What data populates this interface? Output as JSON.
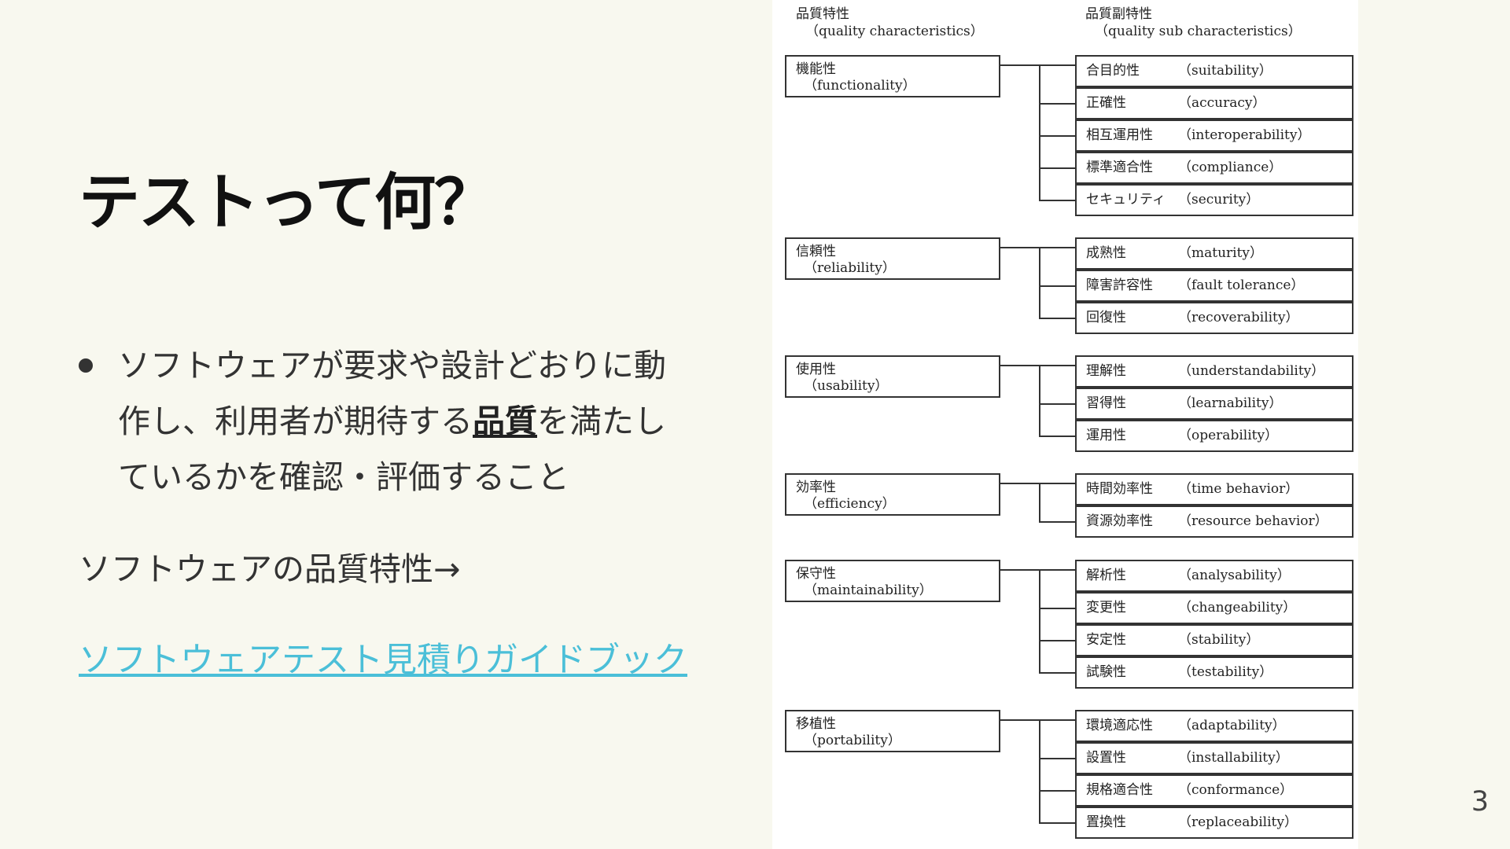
{
  "slide": {
    "title": "テストって何？",
    "bullet": {
      "before": "ソフトウェアが要求や設計どおりに動作し、利用者が期待する",
      "emphasis": "品質",
      "after": "を満たしているかを確認・評価すること"
    },
    "subline": "ソフトウェアの品質特性→",
    "link": "ソフトウェアテスト見積りガイドブック",
    "page_number": "3"
  },
  "figure": {
    "header_left": {
      "jp": "品質特性",
      "en": "（quality characteristics）"
    },
    "header_right": {
      "jp": "品質副特性",
      "en": "（quality sub characteristics）"
    },
    "groups": [
      {
        "jp": "機能性",
        "en": "（functionality）",
        "subs": [
          {
            "jp": "合目的性",
            "en": "（suitability）"
          },
          {
            "jp": "正確性",
            "en": "（accuracy）"
          },
          {
            "jp": "相互運用性",
            "en": "（interoperability）"
          },
          {
            "jp": "標準適合性",
            "en": "（compliance）"
          },
          {
            "jp": "セキュリティ",
            "en": "（security）"
          }
        ]
      },
      {
        "jp": "信頼性",
        "en": "（reliability）",
        "subs": [
          {
            "jp": "成熟性",
            "en": "（maturity）"
          },
          {
            "jp": "障害許容性",
            "en": "（fault tolerance）"
          },
          {
            "jp": "回復性",
            "en": "（recoverability）"
          }
        ]
      },
      {
        "jp": "使用性",
        "en": "（usability）",
        "subs": [
          {
            "jp": "理解性",
            "en": "（understandability）"
          },
          {
            "jp": "習得性",
            "en": "（learnability）"
          },
          {
            "jp": "運用性",
            "en": "（operability）"
          }
        ]
      },
      {
        "jp": "効率性",
        "en": "（efficiency）",
        "subs": [
          {
            "jp": "時間効率性",
            "en": "（time behavior）"
          },
          {
            "jp": "資源効率性",
            "en": "（resource behavior）"
          }
        ]
      },
      {
        "jp": "保守性",
        "en": "（maintainability）",
        "subs": [
          {
            "jp": "解析性",
            "en": "（analysability）"
          },
          {
            "jp": "変更性",
            "en": "（changeability）"
          },
          {
            "jp": "安定性",
            "en": "（stability）"
          },
          {
            "jp": "試験性",
            "en": "（testability）"
          }
        ]
      },
      {
        "jp": "移植性",
        "en": "（portability）",
        "subs": [
          {
            "jp": "環境適応性",
            "en": "（adaptability）"
          },
          {
            "jp": "設置性",
            "en": "（installability）"
          },
          {
            "jp": "規格適合性",
            "en": "（conformance）"
          },
          {
            "jp": "置換性",
            "en": "（replaceability）"
          }
        ]
      }
    ]
  }
}
